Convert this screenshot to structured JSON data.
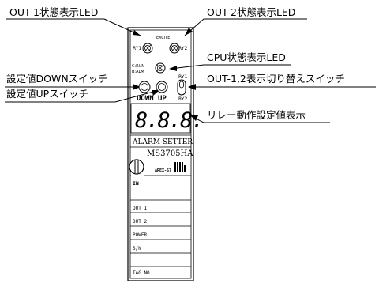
{
  "callouts": {
    "out1_led": "OUT-1状態表示LED",
    "out2_led": "OUT-2状態表示LED",
    "cpu_led": "CPU状態表示LED",
    "out_switch": "OUT-1,2表示切り替えスイッチ",
    "down_switch": "設定値DOWNスイッチ",
    "up_switch": "設定値UPスイッチ",
    "relay_display": "リレー動作設定値表示"
  },
  "device": {
    "excite": "EXCITE",
    "ry1_top": "RY1",
    "ry2_top": "RY2",
    "cpu_led_label_1": "C:RUN",
    "cpu_led_label_2": "B:ALM",
    "toggle_ry1": "RY1",
    "toggle_ry2": "RY2",
    "down_label": "DOWN",
    "up_label": "UP",
    "display_digits": "8.8.8.",
    "product_name": "ALARM SETTER",
    "model": "MS3705HA",
    "brand": "AREX-S7",
    "fields": [
      "IN",
      "OUT 1",
      "OUT 2",
      "POWER",
      "S/N",
      "TAG NO."
    ]
  }
}
